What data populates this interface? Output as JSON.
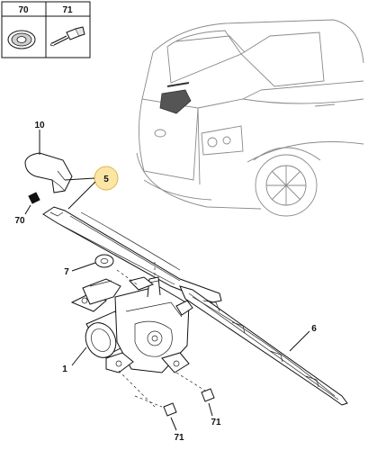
{
  "legend": {
    "cells": [
      {
        "label": "70",
        "icon": "grommet-icon"
      },
      {
        "label": "71",
        "icon": "clip-icon"
      }
    ]
  },
  "callouts": [
    {
      "id": "10",
      "label": "10"
    },
    {
      "id": "5",
      "label": "5"
    },
    {
      "id": "70",
      "label": "70"
    },
    {
      "id": "7",
      "label": "7"
    },
    {
      "id": "6",
      "label": "6"
    },
    {
      "id": "1",
      "label": "1"
    },
    {
      "id": "71a",
      "label": "71"
    },
    {
      "id": "71b",
      "label": "71"
    }
  ],
  "colors": {
    "highlight": "#fbe6a6",
    "highlight_stroke": "#e0b64a",
    "ink": "#111111",
    "car_outline": "#8a8a8a"
  }
}
